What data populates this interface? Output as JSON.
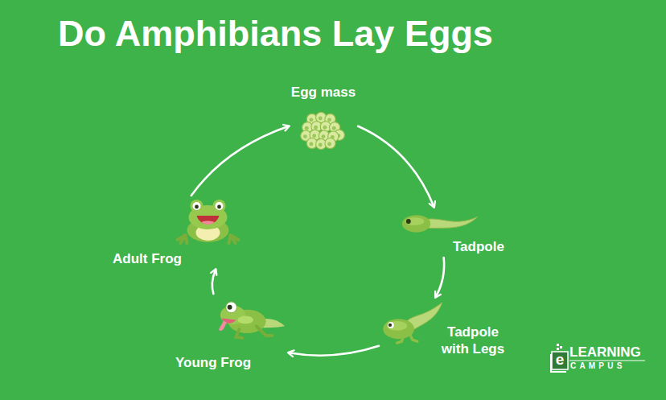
{
  "diagram": {
    "title": "Do Amphibians Lay Eggs",
    "nodes": [
      {
        "text": [
          "Egg mass"
        ]
      },
      {
        "text": [
          "Tadpole"
        ]
      },
      {
        "text": [
          "Tadpole with Legs"
        ]
      },
      {
        "text": [
          "Young Frog"
        ]
      },
      {
        "text": [
          "Adult Frog"
        ]
      }
    ],
    "edges": [
      {
        "from": 0,
        "to": 1,
        "arrow": "to"
      },
      {
        "from": 1,
        "to": 2,
        "arrow": "to"
      },
      {
        "from": 2,
        "to": 3,
        "arrow": "to"
      },
      {
        "from": 3,
        "to": 4,
        "arrow": "to"
      },
      {
        "from": 4,
        "to": 0,
        "arrow": "to"
      }
    ],
    "labels": [
      "e",
      "LEARNING",
      "CAMPUS"
    ]
  }
}
